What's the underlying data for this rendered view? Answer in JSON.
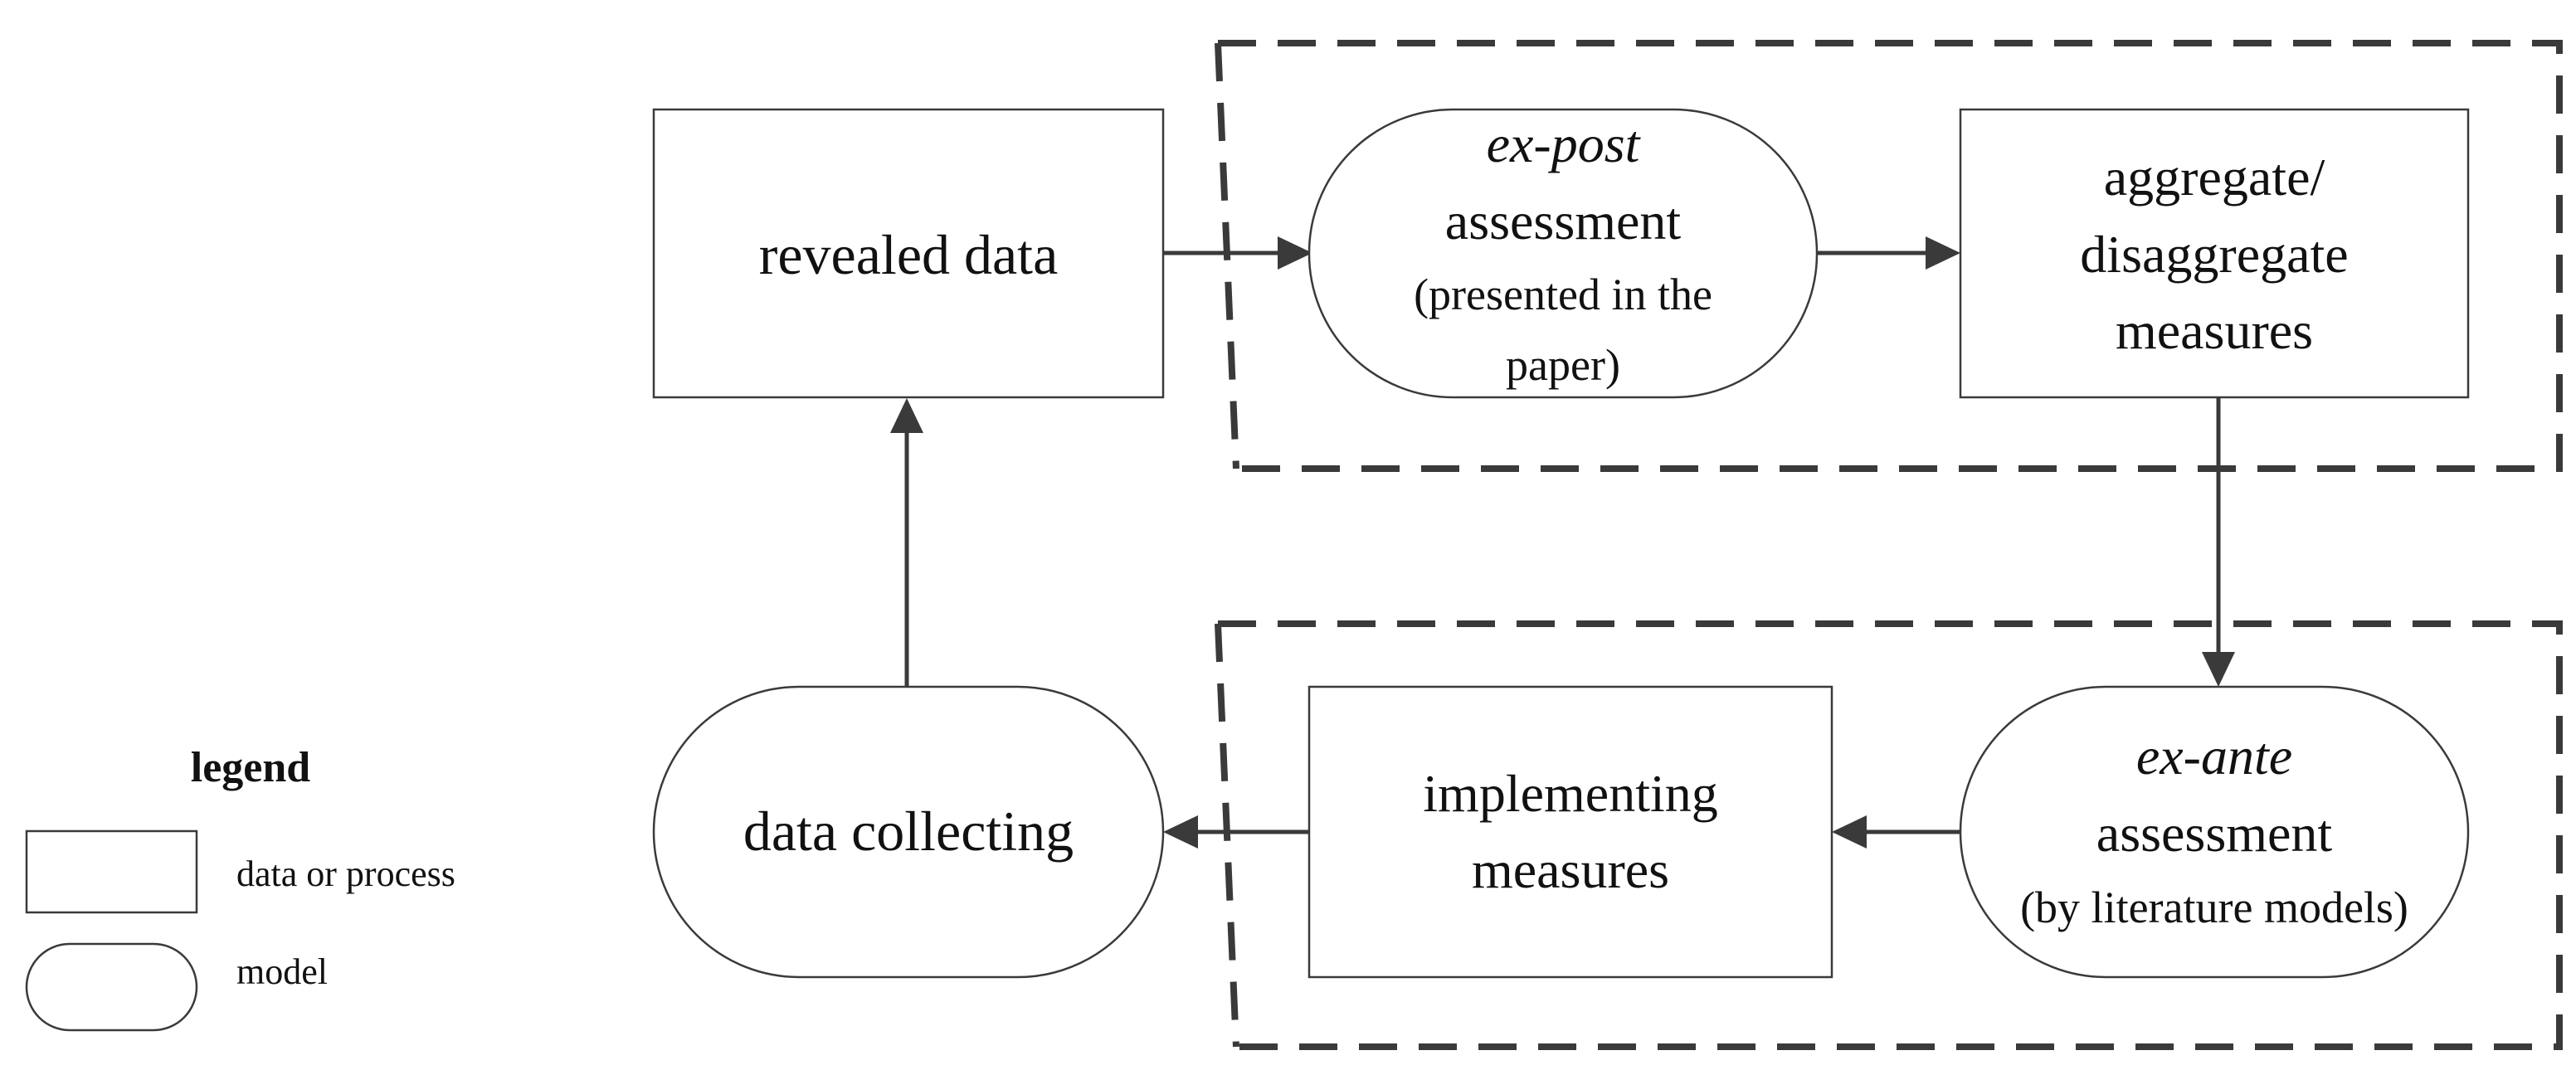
{
  "nodes": {
    "revealed_data": {
      "label": "revealed data"
    },
    "ex_post": {
      "italic": "ex-post",
      "line2": "assessment",
      "line3": "(presented in the",
      "line4": "paper)"
    },
    "aggregate": {
      "line1": "aggregate/",
      "line2": "disaggregate",
      "line3": "measures"
    },
    "ex_ante": {
      "italic": "ex-ante",
      "line2": "assessment",
      "line3": "(by literature models)"
    },
    "implementing": {
      "line1": "implementing",
      "line2": "measures"
    },
    "data_collecting": {
      "label": "data collecting"
    }
  },
  "legend": {
    "title": "legend",
    "rect_label": "data or process",
    "pill_label": "model"
  },
  "edges": [
    {
      "from": "revealed_data",
      "to": "ex_post"
    },
    {
      "from": "ex_post",
      "to": "aggregate"
    },
    {
      "from": "aggregate",
      "to": "ex_ante"
    },
    {
      "from": "ex_ante",
      "to": "implementing"
    },
    {
      "from": "implementing",
      "to": "data_collecting"
    },
    {
      "from": "data_collecting",
      "to": "revealed_data"
    }
  ],
  "colors": {
    "stroke": "#3a3a3a",
    "text": "#111111",
    "background": "#ffffff"
  }
}
